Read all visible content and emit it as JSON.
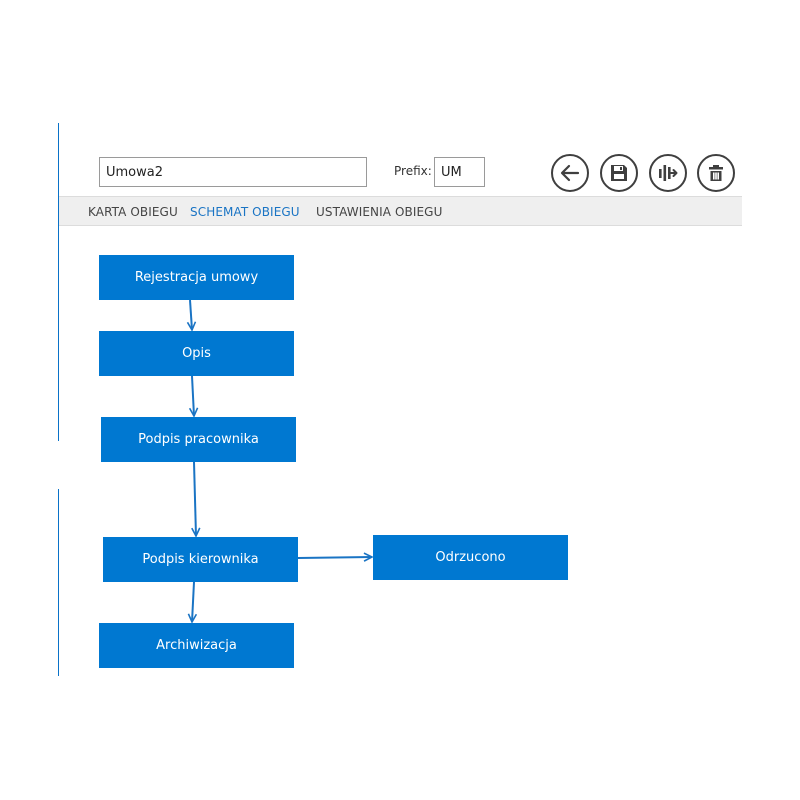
{
  "header": {
    "name_value": "Umowa2",
    "prefix_label": "Prefix:",
    "prefix_value": "UM",
    "buttons": [
      {
        "name": "back",
        "icon": "arrow-left-icon"
      },
      {
        "name": "save",
        "icon": "floppy-disk-icon"
      },
      {
        "name": "workflow",
        "icon": "workflow-icon"
      },
      {
        "name": "delete",
        "icon": "trash-icon"
      }
    ]
  },
  "tabs": [
    {
      "label": "KARTA OBIEGU",
      "active": false
    },
    {
      "label": "SCHEMAT OBIEGU",
      "active": true
    },
    {
      "label": "USTAWIENIA OBIEGU",
      "active": false
    }
  ],
  "flow": {
    "nodes": [
      {
        "id": "rejestracja",
        "label": "Rejestracja umowy"
      },
      {
        "id": "opis",
        "label": "Opis"
      },
      {
        "id": "podpis-pracownika",
        "label": "Podpis pracownika"
      },
      {
        "id": "podpis-kierownika",
        "label": "Podpis kierownika"
      },
      {
        "id": "odrzucono",
        "label": "Odrzucono"
      },
      {
        "id": "archiwizacja",
        "label": "Archiwizacja"
      }
    ],
    "edges": [
      {
        "from": "rejestracja",
        "to": "opis"
      },
      {
        "from": "opis",
        "to": "podpis-pracownika"
      },
      {
        "from": "podpis-pracownika",
        "to": "podpis-kierownika"
      },
      {
        "from": "podpis-kierownika",
        "to": "odrzucono"
      },
      {
        "from": "podpis-kierownika",
        "to": "archiwizacja"
      }
    ]
  },
  "colors": {
    "accent": "#0078d1",
    "connector": "#1a74c4",
    "tab_active": "#1a74c4",
    "tabbar_bg": "#efefef",
    "icon_stroke": "#3f3f3f"
  }
}
